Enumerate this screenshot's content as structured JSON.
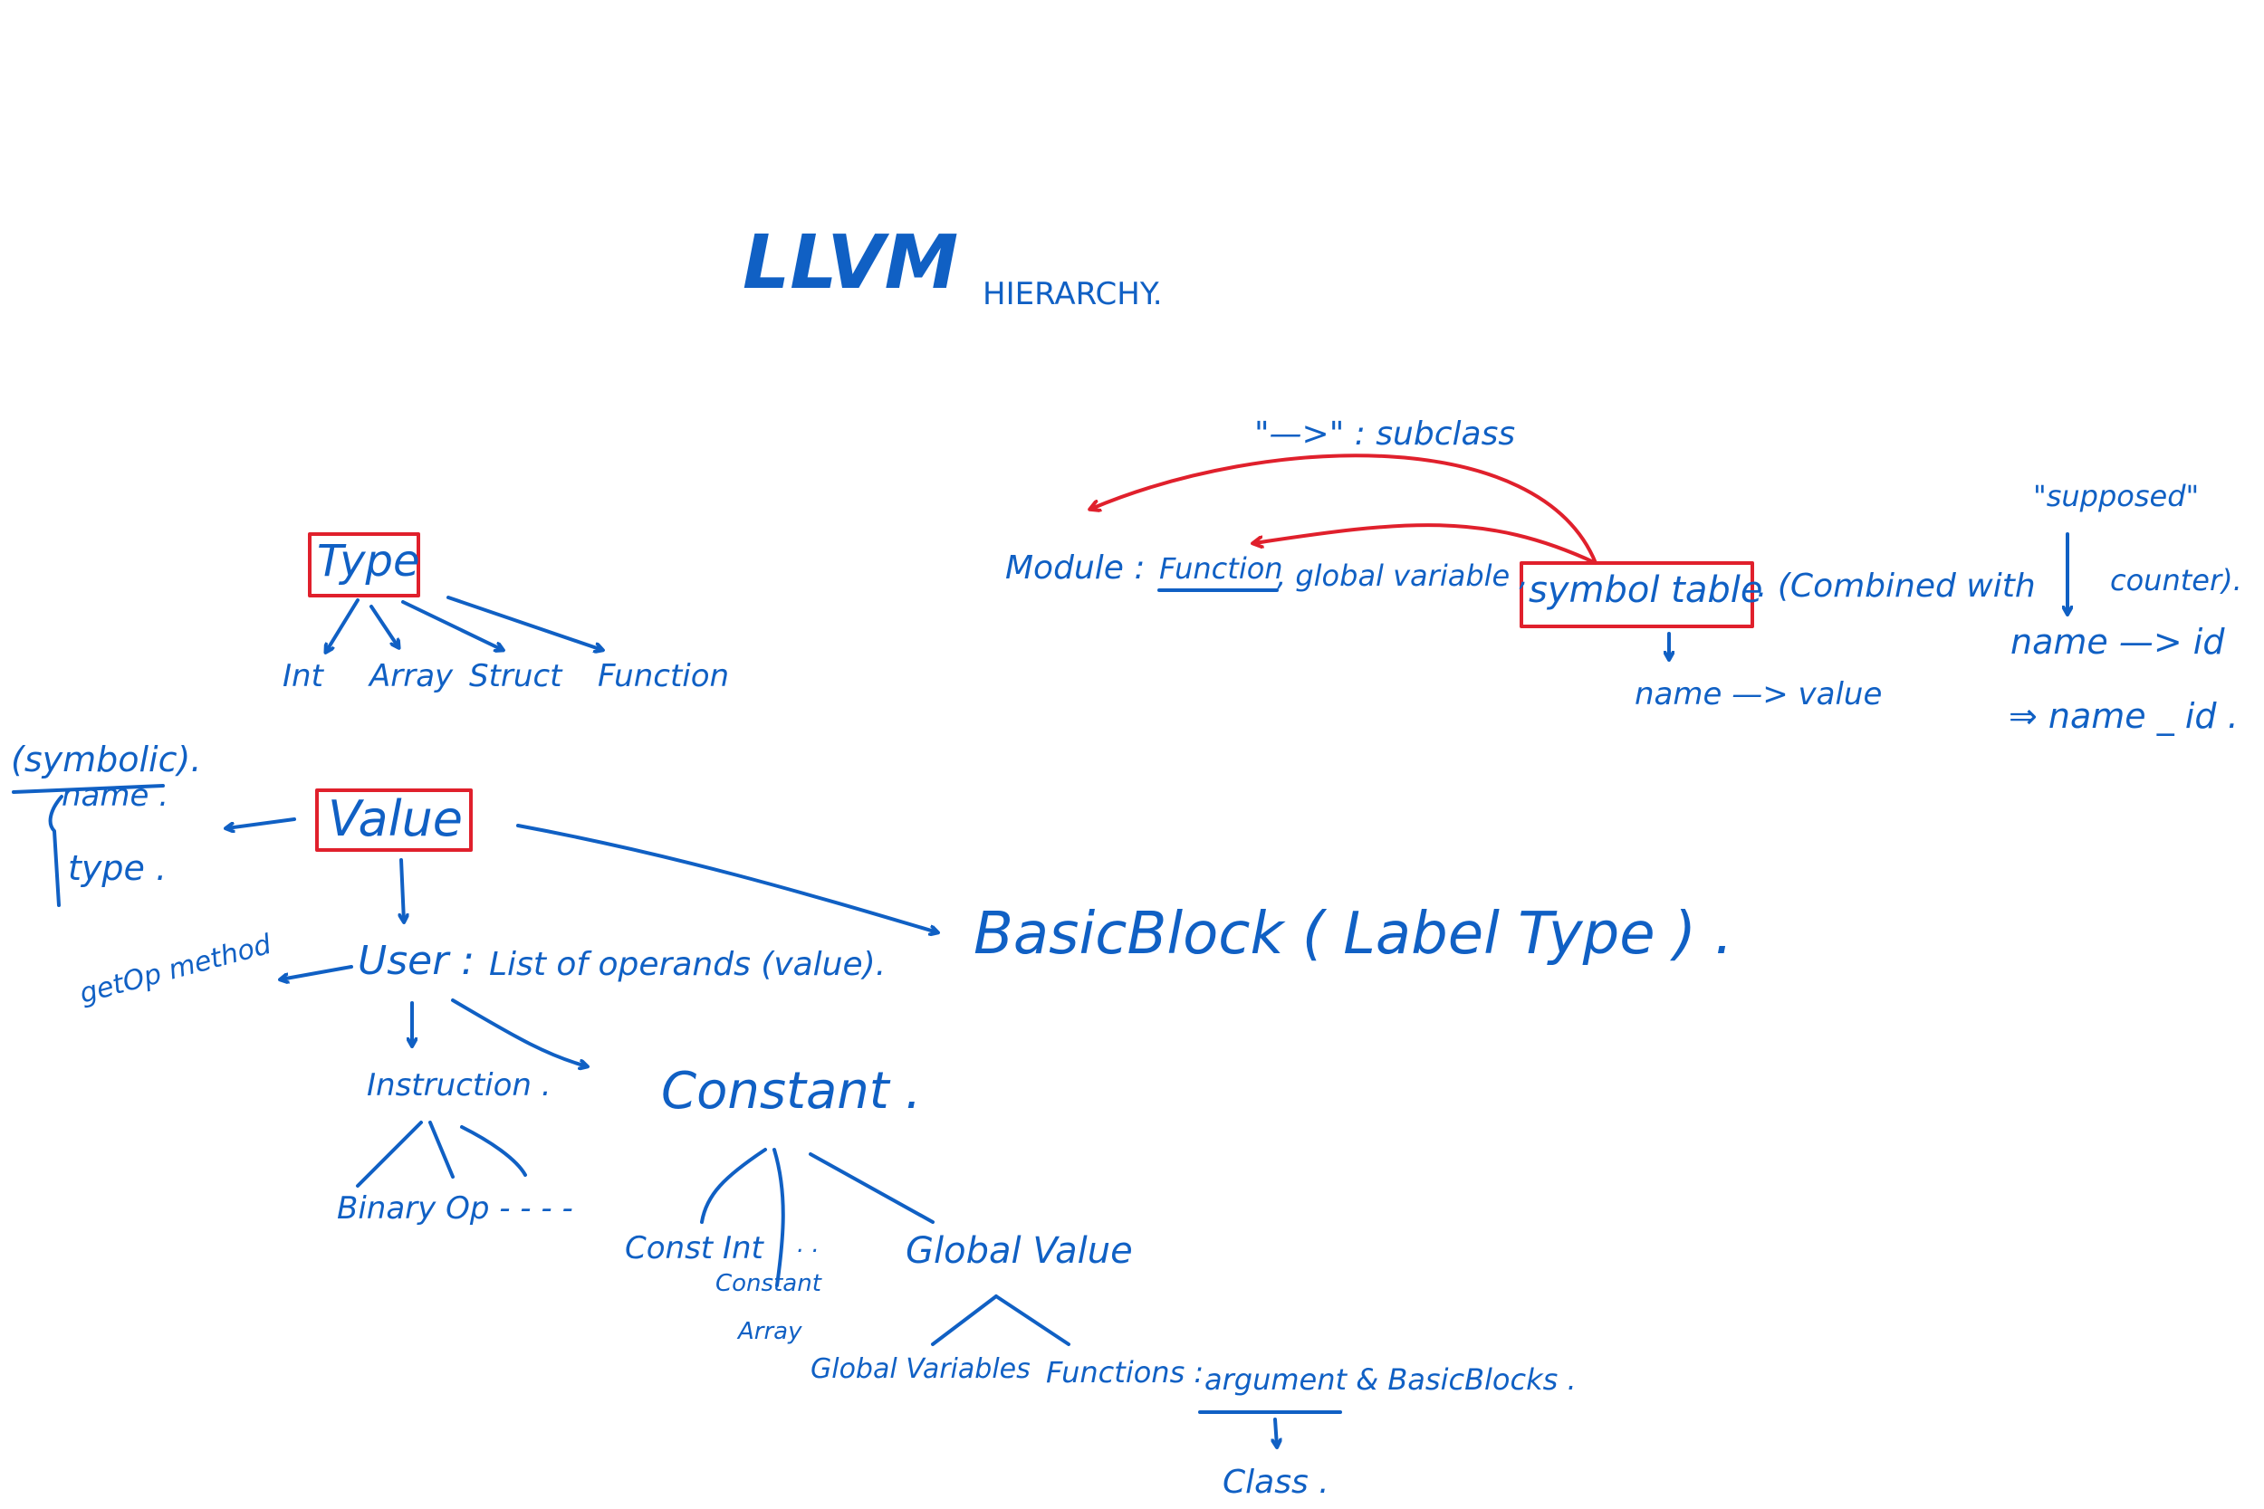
{
  "title": {
    "main": "LLVM",
    "sub": "HIERARCHY."
  },
  "legend": {
    "text": "\"—>\" : subclass"
  },
  "type_tree": {
    "root": "Type",
    "children": [
      "Int",
      "Array",
      "Struct",
      "Function"
    ]
  },
  "module_line": {
    "module": "Module :",
    "function": "Function",
    "global_variable": ", global variable ,",
    "symbol_table": "symbol table",
    "combined": ". (Combined with",
    "counter": "counter).",
    "supposed": "\"supposed\"",
    "name_value": "name —> value",
    "name_id": "name —> id",
    "name_underscore_id": "⇒ name _ id ."
  },
  "value_tree": {
    "root": "Value",
    "symbolic": "(symbolic).",
    "name": "name .",
    "type": "type .",
    "user": "User :",
    "user_desc": "List of operands (value).",
    "getop": "getOp method",
    "basic_block": "BasicBlock ( Label Type ) .",
    "instruction": "Instruction .",
    "binary_op": "Binary Op - - - -",
    "constant": "Constant .",
    "const_int": "Const Int",
    "constant_array_1": "Constant",
    "constant_array_2": "Array",
    "dots": ". .",
    "global_value": "Global Value",
    "global_variables": "Global Variables",
    "functions": "Functions :",
    "argument": "argument & BasicBlocks .",
    "class": "Class ."
  }
}
